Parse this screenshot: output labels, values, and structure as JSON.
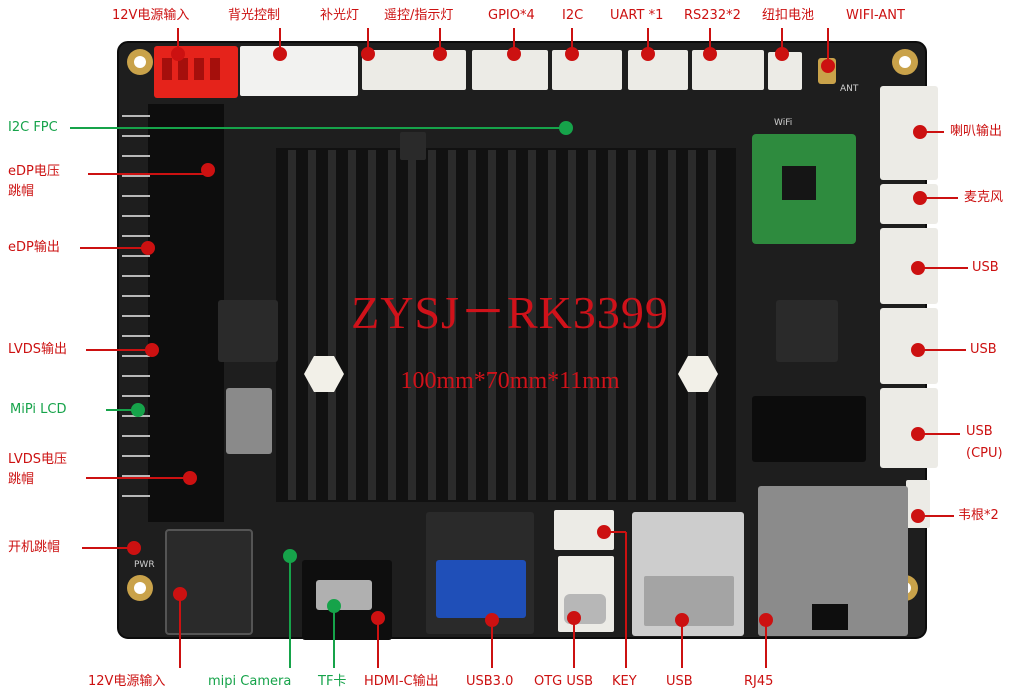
{
  "board": {
    "model": "ZYSJ－RK3399",
    "dimensions": "100mm*70mm*11mm",
    "silkscreen": {
      "wifi": "WiFi",
      "ant": "ANT",
      "pwr": "PWR"
    }
  },
  "labels_top": [
    "12V电源输入",
    "背光控制",
    "补光灯",
    "遥控/指示灯",
    "GPIO*4",
    "I2C",
    "UART *1",
    "RS232*2",
    "纽扣电池",
    "WIFI-ANT"
  ],
  "labels_left": [
    "I2C FPC",
    "eDP电压",
    "跳帽",
    "eDP输出",
    "LVDS输出",
    "MiPi LCD",
    "LVDS电压",
    "跳帽",
    "开机跳帽"
  ],
  "labels_right": [
    "喇叭输出",
    "麦克风",
    "USB",
    "USB",
    "USB",
    "(CPU)",
    "韦根*2"
  ],
  "labels_bottom": [
    "12V电源输入",
    "mipi Camera",
    "TF卡",
    "HDMI-C输出",
    "USB3.0",
    "OTG USB",
    "KEY",
    "USB",
    "RJ45"
  ],
  "colors": {
    "annotation_red": "#cc1111",
    "annotation_green": "#16a34a",
    "title_red": "#d0121a",
    "pcb": "#1e1e1e",
    "heatsink": "#111111",
    "wifi_module": "#2e8b3e",
    "gold_pad": "#c9a24a"
  }
}
